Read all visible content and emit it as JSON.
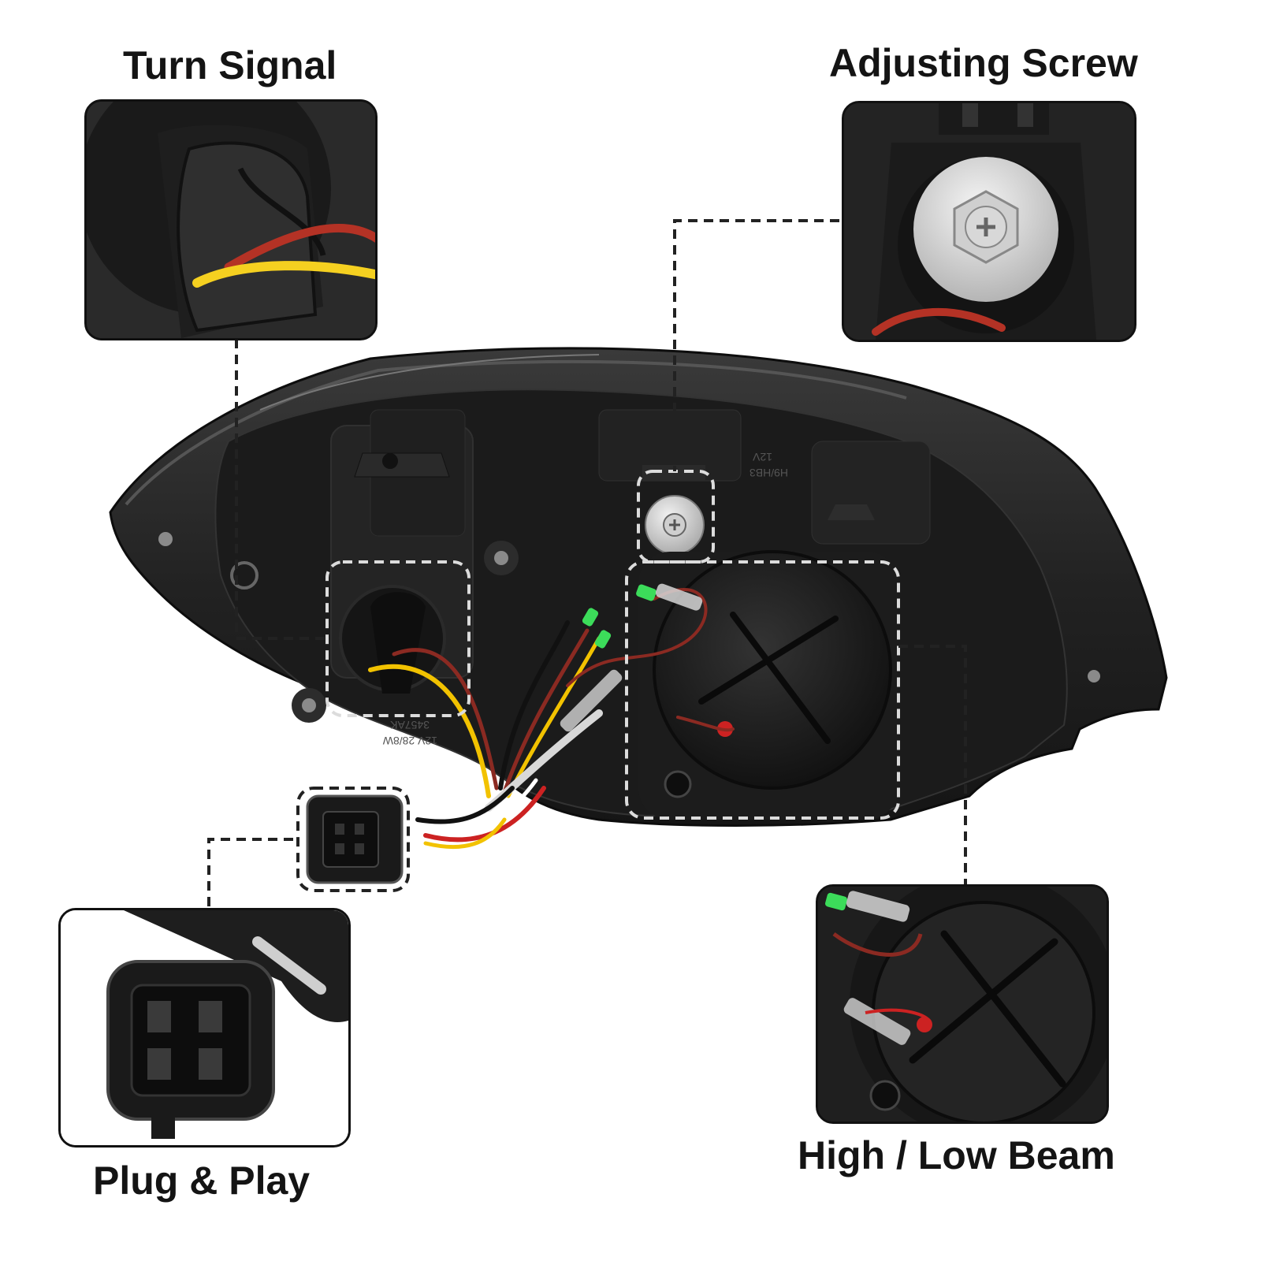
{
  "callouts": {
    "turn_signal": "Turn Signal",
    "adjusting_screw": "Adjusting Screw",
    "plug_play": "Plug & Play",
    "high_low_beam": "High / Low Beam"
  },
  "housing_marks": {
    "bulb_spec_left": "12V 28/8W",
    "bulb_code_left": "3457AK",
    "bulb_spec_right": "12V",
    "bulb_code_right": "H9/HB3"
  },
  "colors": {
    "background": "#ffffff",
    "housing": "#1e1e1e",
    "housing_edge": "#3a3a3a",
    "wire_yellow": "#f2c200",
    "wire_red": "#8b2a22",
    "wire_black": "#111111",
    "connector_green": "#3cdc5a",
    "callout_border": "#111111",
    "dashed_line": "#222222"
  }
}
